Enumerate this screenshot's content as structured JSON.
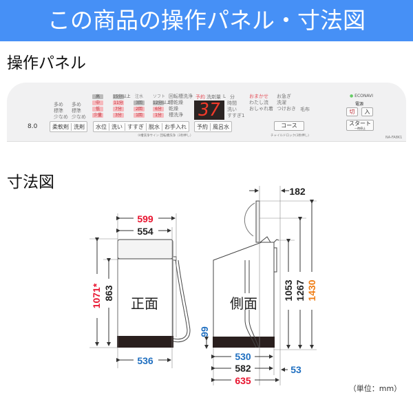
{
  "header": {
    "title": "この商品の操作パネル・寸法図"
  },
  "sections": {
    "panel_title": "操作パネル",
    "dims_title": "寸法図"
  },
  "panel": {
    "capacity": "8.0",
    "level_labels": [
      "多め",
      "標準",
      "少なめ"
    ],
    "softener_labels": [
      "多め",
      "標準",
      "少なめ"
    ],
    "water_chips": [
      "高",
      "中",
      "低",
      "少量"
    ],
    "wash_chips": [
      "15分以上",
      "11分",
      "7分",
      "3分"
    ],
    "rinse_chips": [
      "注水",
      "3回",
      "2回",
      "1回"
    ],
    "spin_chips": [
      "ソフト",
      "12分以上",
      "6分",
      "1分"
    ],
    "care_labels": [
      "回転槽洗浄",
      "槽乾燥",
      "乾燥",
      "槽洗浄"
    ],
    "display_value": "37",
    "display_labels": [
      "予約",
      "洗剤量",
      "L",
      "分",
      "時間",
      "洗い",
      "すすぎ1"
    ],
    "course_labels": [
      "おまかせ",
      "わたし流",
      "おしゃれ着",
      "お急ぎ",
      "洗濯",
      "つけおき",
      "毛布"
    ],
    "buttons": {
      "softener": "柔軟剤",
      "detergent": "洗剤",
      "water": "水位",
      "wash": "洗い",
      "rinse": "すすぎ",
      "spin": "脱水",
      "care": "お手入れ",
      "reserve": "予約",
      "bath": "風呂水",
      "course": "コース",
      "off": "切",
      "on": "入",
      "start": "スタート",
      "start_sub": "一時停止"
    },
    "sub_note": "③槽洗浄サイン 回転槽洗浄（3秒押し）",
    "child_lock": "チャイルドロック(3秒押し)",
    "econavi": "ECONAVI",
    "power": "電源",
    "model": "NA-FA8K1"
  },
  "front": {
    "label": "正面",
    "width_total": "599",
    "width_body": "554",
    "width_base": "536",
    "height_total": "1071*",
    "height_body": "863"
  },
  "side": {
    "label": "側面",
    "lid_offset": "182",
    "height_body": "1053",
    "height_lid": "1267",
    "height_open": "1430",
    "base_height": "99",
    "depth_base": "530",
    "depth_body": "582",
    "depth_total": "635",
    "rear_gap": "53"
  },
  "unit_note": "（単位：mm）",
  "colors": {
    "header": "#4690f6",
    "red": "#e8132e",
    "blue": "#1f6fc0",
    "orange": "#f07d14",
    "black": "#222222"
  }
}
